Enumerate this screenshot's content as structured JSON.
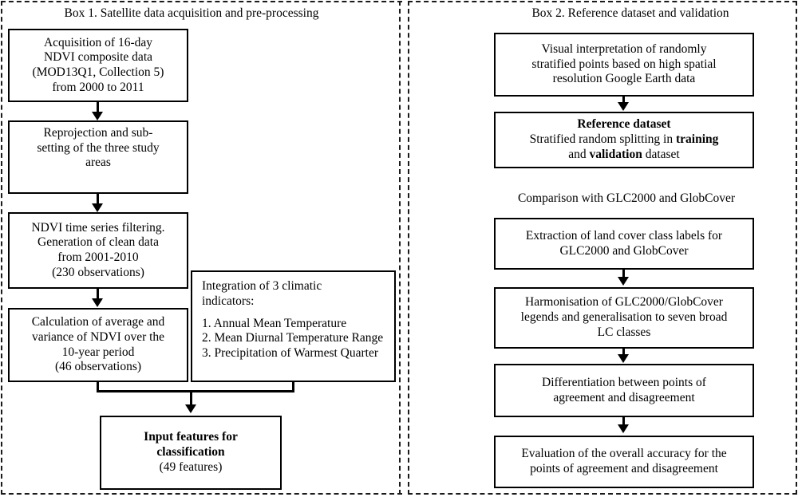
{
  "figure": {
    "type": "flowchart",
    "panels": [
      {
        "id": "box1",
        "caption": "Box 1. Satellite data acquisition and pre-processing"
      },
      {
        "id": "box2",
        "caption": "Box 2. Reference dataset and validation",
        "subcaption": "Comparison with GLC2000 and GlobCover"
      }
    ]
  },
  "box1": {
    "caption": "Box 1. Satellite data acquisition and pre-processing",
    "nodes": {
      "acquisition": {
        "line1": "Acquisition of 16-day",
        "line2": "NDVI composite data",
        "line3": "(MOD13Q1, Collection 5)",
        "line4": "from 2000 to 2011"
      },
      "reprojection": {
        "line1": "Reprojection and sub-",
        "line2": "setting of the three study",
        "line3": "areas"
      },
      "filtering": {
        "line1": "NDVI time series filtering.",
        "line2": "Generation of clean data",
        "line3": "from 2001-2010",
        "line4": "(230 observations)"
      },
      "calculation": {
        "line1": "Calculation of average and",
        "line2": "variance of NDVI over the",
        "line3": "10-year period",
        "line4": "(46 observations)"
      },
      "climatic": {
        "line1": "Integration of 3 climatic",
        "line2": "indicators:",
        "item1": "1. Annual Mean Temperature",
        "item2": "2. Mean Diurnal Temperature Range",
        "item3": "3. Precipitation of Warmest Quarter"
      },
      "input_features": {
        "line1": "Input features for",
        "line2": "classification",
        "line3": "(49 features)"
      }
    }
  },
  "box2": {
    "caption": "Box 2. Reference dataset and validation",
    "subcaption": "Comparison with GLC2000 and GlobCover",
    "nodes": {
      "visual_interpretation": {
        "line1": "Visual interpretation of randomly",
        "line2": "stratified points based on high spatial",
        "line3": "resolution Google Earth data"
      },
      "reference_dataset": {
        "line1": "Reference dataset",
        "line2_a": "Stratified random splitting in ",
        "line2_b": "training",
        "line3_a": "and ",
        "line3_b": "validation",
        "line3_c": " dataset"
      },
      "extraction": {
        "line1": "Extraction of land cover class labels for",
        "line2": "GLC2000 and GlobCover"
      },
      "harmonisation": {
        "line1": "Harmonisation of GLC2000/GlobCover",
        "line2": "legends and generalisation to seven broad",
        "line3": "LC classes"
      },
      "differentiation": {
        "line1": "Differentiation between points of",
        "line2": "agreement and disagreement"
      },
      "evaluation": {
        "line1": "Evaluation of the overall accuracy for the",
        "line2": "points of agreement and disagreement"
      }
    }
  },
  "colors": {
    "line": "#000000",
    "background": "#ffffff",
    "dashed_border": "#1a1a1a"
  }
}
